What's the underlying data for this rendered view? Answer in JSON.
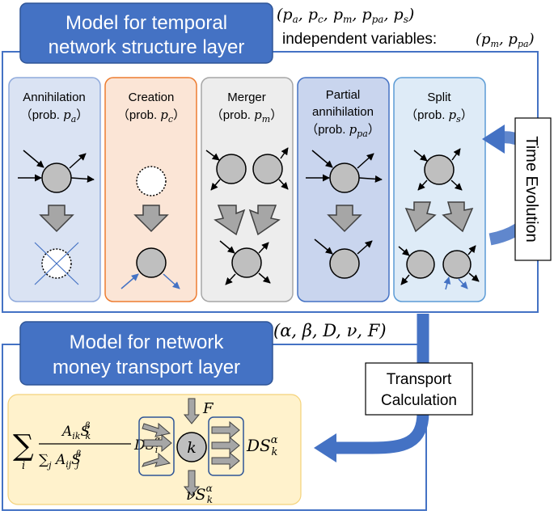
{
  "structure_layer": {
    "title_line1": "Model for temporal",
    "title_line2": "network structure layer",
    "params": "(p_a, p_c, p_m, p_pa, p_s)",
    "independent_label": "independent variables:",
    "independent_vars": "(p_m, p_pa)"
  },
  "panels": [
    {
      "name": "Annihilation",
      "prob_prefix": "（prob. ",
      "prob_var": "p",
      "prob_sub": "a",
      "prob_suffix": "）"
    },
    {
      "name": "Creation",
      "prob_prefix": "（prob. ",
      "prob_var": "p",
      "prob_sub": "c",
      "prob_suffix": "）"
    },
    {
      "name": "Merger",
      "prob_prefix": "（prob. ",
      "prob_var": "p",
      "prob_sub": "m",
      "prob_suffix": "）"
    },
    {
      "name_line1": "Partial",
      "name_line2": "annihilation",
      "prob_prefix": "（prob. ",
      "prob_var": "p",
      "prob_sub": "pa",
      "prob_suffix": "）"
    },
    {
      "name": "Split",
      "prob_prefix": "（prob. ",
      "prob_var": "p",
      "prob_sub": "s",
      "prob_suffix": "）"
    }
  ],
  "time_evolution": "Time Evolution",
  "transport_layer": {
    "title_line1": "Model for network",
    "title_line2": "money transport layer",
    "params": "(α, β, D, ν, F)"
  },
  "transport_calc": {
    "line1": "Transport",
    "line2": "Calculation"
  },
  "equation": {
    "sum": "∑",
    "sum_index": "i",
    "numerator": "A_ik S_k^β",
    "denominator": "∑_j A_ij S_j^β",
    "factor": "DS_i^α",
    "node_label": "k",
    "inflow": "F",
    "outflow": "DS_k^α",
    "decay": "νS_k^α"
  },
  "colors": {
    "accent_blue": "#4472C4",
    "title_box": "#4472C4",
    "annihilation_bg": "#DAE3F3",
    "creation_bg": "#FBE5D6",
    "merger_bg": "#EDEDED",
    "partial_bg": "#C9D5EE",
    "split_bg": "#DEEBF7",
    "transport_bg": "#FFF2CC",
    "node_fill": "#BFBFBF"
  }
}
